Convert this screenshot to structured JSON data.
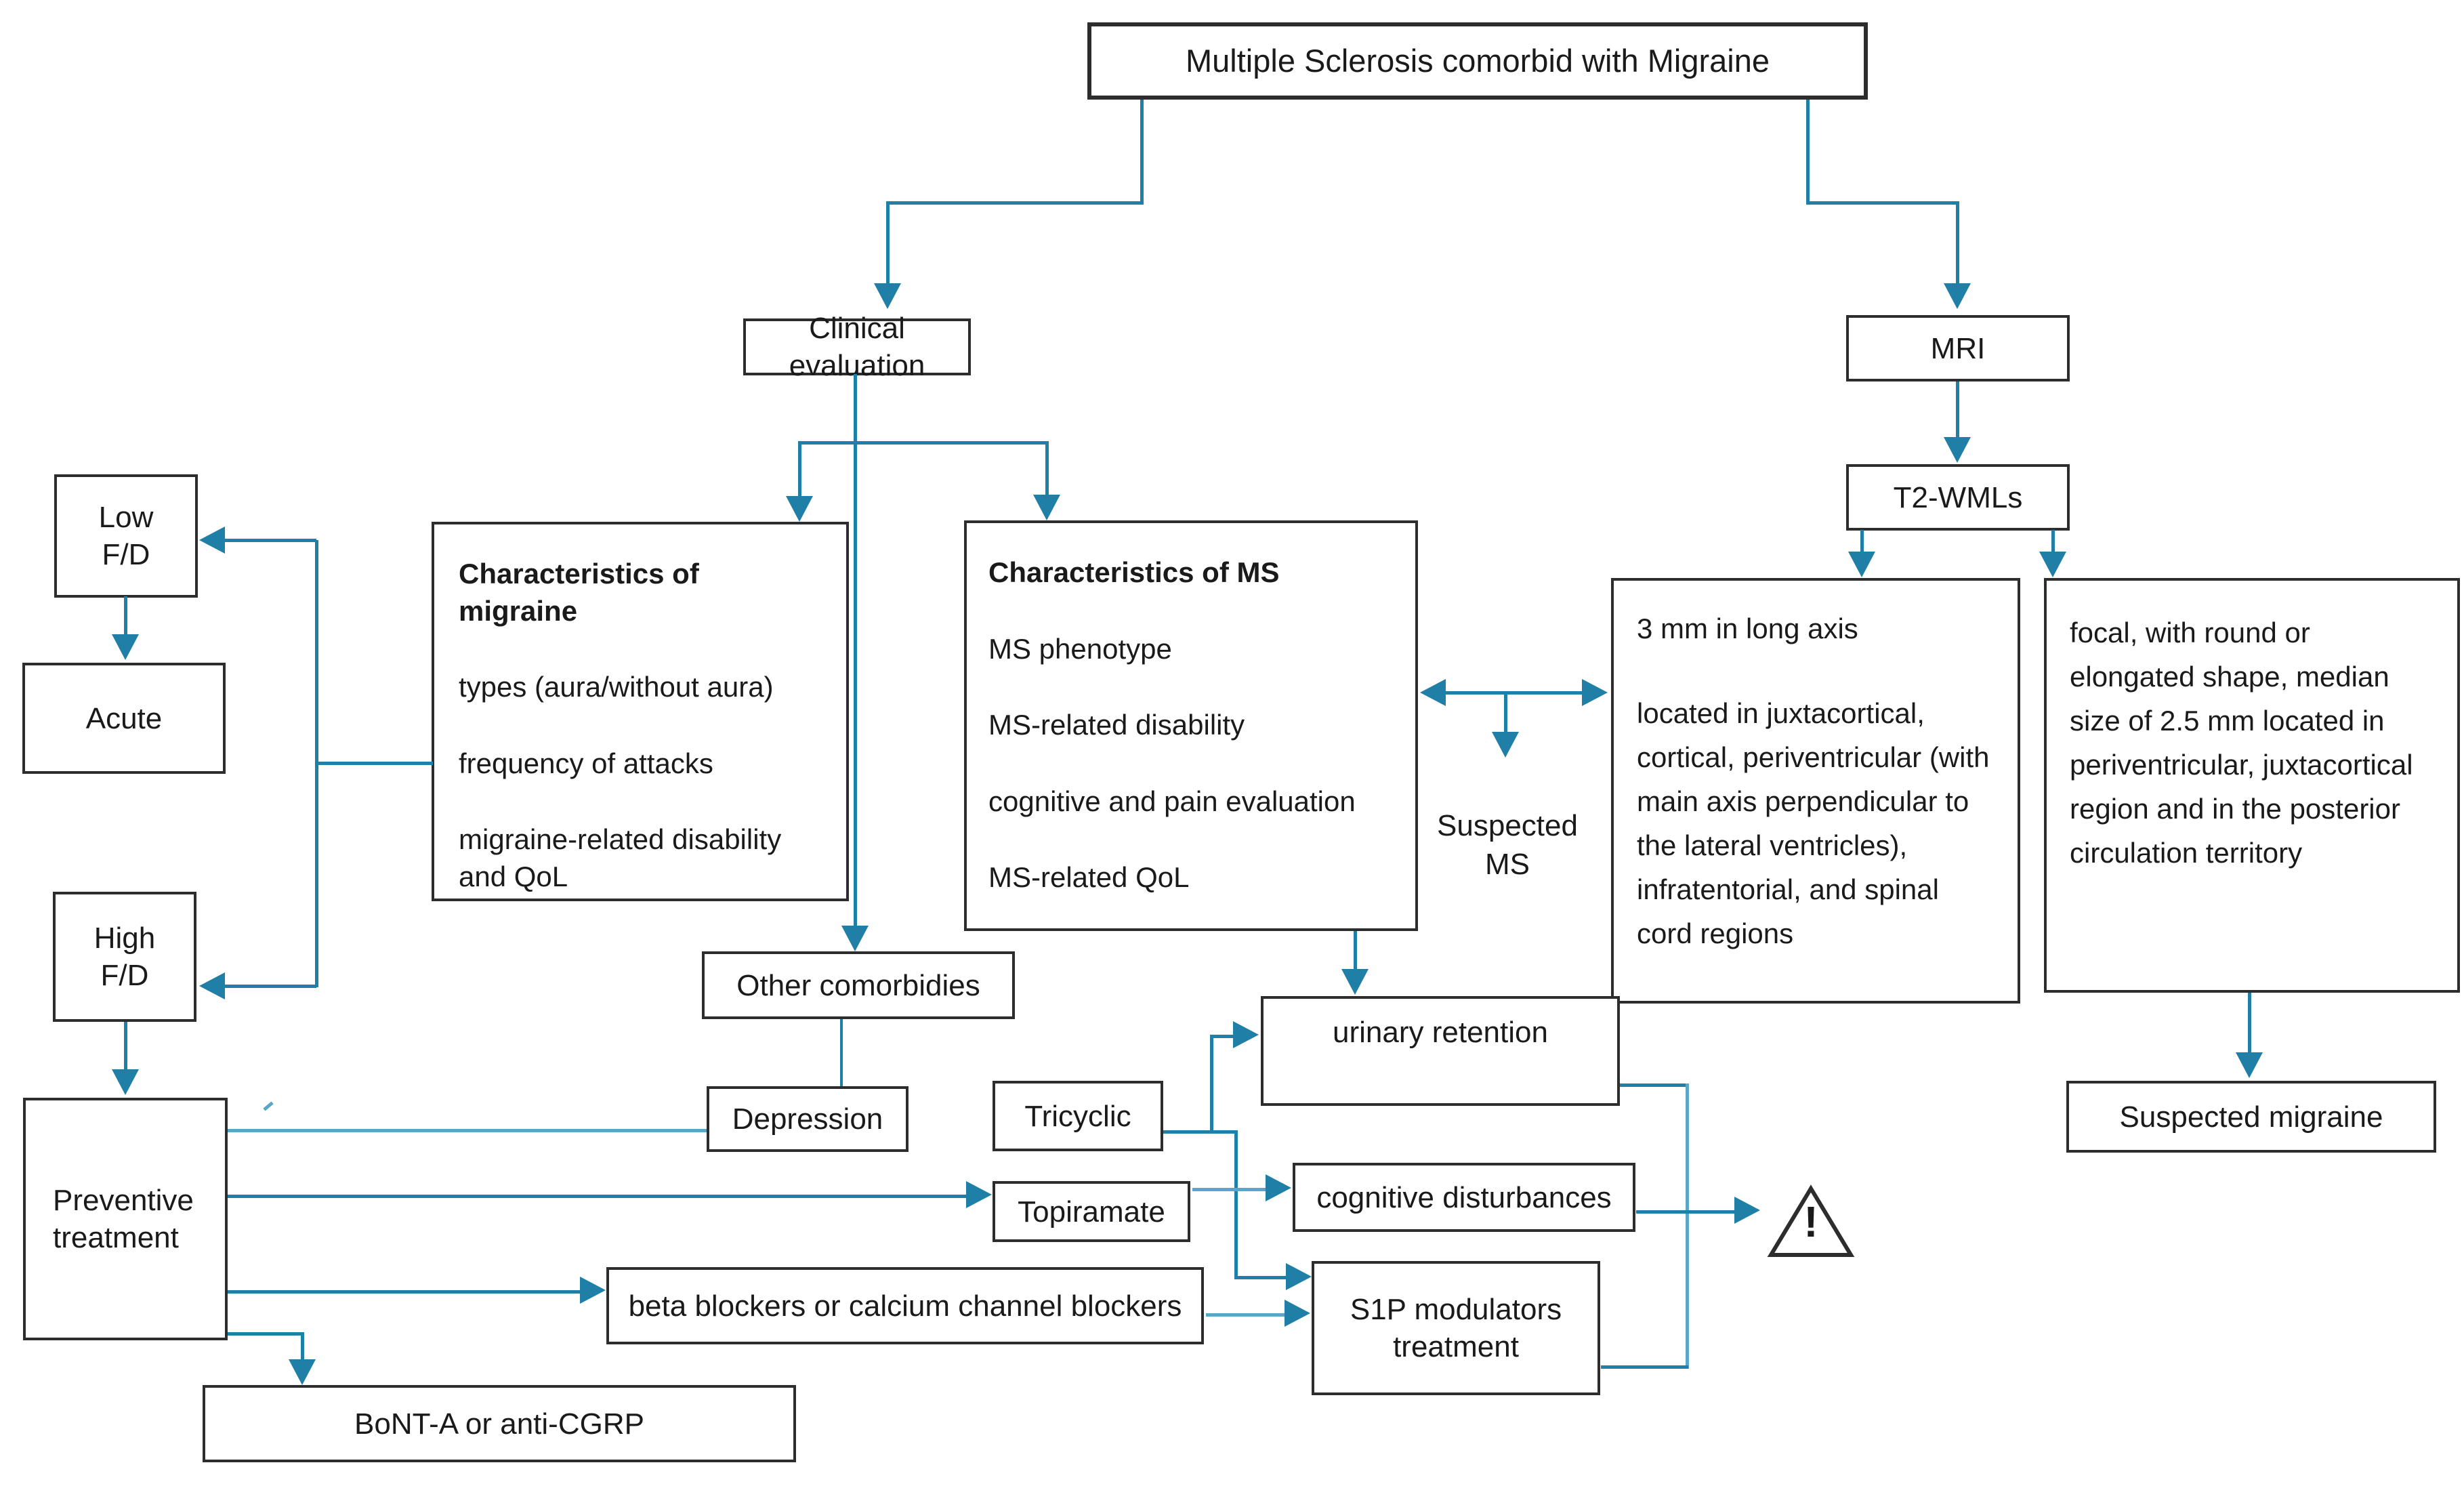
{
  "diagram": {
    "title": "Multiple Sclerosis comorbid with Migraine",
    "nodes": {
      "clinical_evaluation": "Clinical evaluation",
      "mri": "MRI",
      "t2_wmls": "T2-WMLs",
      "other_comorbidities": "Other comorbidies",
      "depression": "Depression",
      "tricyclic": "Tricyclic",
      "topiramate": "Topiramate",
      "urinary_retention": "urinary retention",
      "cognitive_disturbances": "cognitive disturbances",
      "beta_blockers": "beta blockers or calcium channel blockers",
      "bont_a": "BoNT-A or anti-CGRP",
      "acute": "Acute",
      "suspected_migraine": "Suspected migraine"
    },
    "low_fd": {
      "line1": "Low",
      "line2": "F/D"
    },
    "high_fd": {
      "line1": "High",
      "line2": "F/D"
    },
    "preventive": {
      "line1": "Preventive",
      "line2": "treatment"
    },
    "s1p": {
      "line1": "S1P modulators",
      "line2": "treatment"
    },
    "suspected_ms": {
      "line1": "Suspected",
      "line2": "MS"
    },
    "characteristics_of_migraine": {
      "title": "Characteristics of migraine",
      "items": [
        "types (aura/without aura)",
        "frequency of attacks",
        "migraine-related disability and QoL"
      ]
    },
    "characteristics_of_ms": {
      "title": "Characteristics of MS",
      "items": [
        "MS phenotype",
        "MS-related disability",
        "cognitive and pain evaluation",
        "MS-related QoL"
      ]
    },
    "wml_ms_criteria": {
      "line1": "3 mm in long axis",
      "body": "located in juxtacortical, cortical, periventricular (with main axis perpendicular to the lateral ventricles), infratentorial, and spinal cord regions"
    },
    "wml_migraine_criteria": "focal, with round or elongated shape, median size of 2.5 mm located in periventricular, juxtacortical region and in the posterior circulation territory",
    "warning_icon": "!",
    "colors": {
      "arrow": "#1f7fa6",
      "arrow_light": "#5aa6c8",
      "box_border": "#2d2d2d",
      "text": "#1a1a1a",
      "background": "#ffffff"
    }
  }
}
